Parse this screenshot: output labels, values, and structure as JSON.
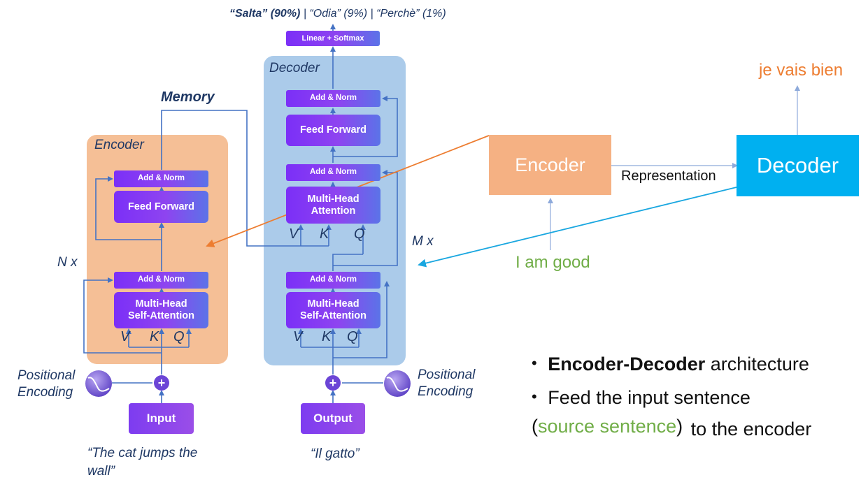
{
  "top_output": {
    "salta": "“Salta” (90%)",
    "sep1": " | ",
    "odia": "“Odia” (9%)",
    "sep2": " | ",
    "perche": "“Perchè” (1%)"
  },
  "linear_softmax_label": "Linear + Softmax",
  "memory_label": "Memory",
  "encoder": {
    "title": "Encoder",
    "add_norm_top": "Add & Norm",
    "feed_forward": "Feed Forward",
    "add_norm_bottom": "Add & Norm",
    "mhsa_line1": "Multi-Head",
    "mhsa_line2": "Self-Attention",
    "v": "V",
    "k": "K",
    "q": "Q",
    "repeat": "N x"
  },
  "decoder": {
    "title": "Decoder",
    "add_norm_top": "Add & Norm",
    "feed_forward": "Feed Forward",
    "add_norm_mid": "Add & Norm",
    "mha_line1": "Multi-Head",
    "mha_line2": "Attention",
    "v_mid": "V",
    "k_mid": "K",
    "q_mid": "Q",
    "add_norm_bottom": "Add & Norm",
    "mhsa_line1": "Multi-Head",
    "mhsa_line2": "Self-Attention",
    "v": "V",
    "k": "K",
    "q": "Q",
    "repeat": "M x"
  },
  "positional_left_line1": "Positional",
  "positional_left_line2": "Encoding",
  "positional_right_line1": "Positional",
  "positional_right_line2": "Encoding",
  "plus_symbol": "+",
  "input_label": "Input",
  "output_label": "Output",
  "input_caption_line1": "“The cat jumps the",
  "input_caption_line2": "wall”",
  "output_caption": "“Il gatto”",
  "right_diagram": {
    "encoder": "Encoder",
    "decoder": "Decoder",
    "representation": "Representation",
    "input_text": "I am good",
    "output_text": "je vais bien"
  },
  "bullets": {
    "b1_bold": "Encoder-Decoder",
    "b1_rest": " architecture",
    "b2": "Feed the input sentence",
    "b3_open": "(",
    "b3_green": "source sentence",
    "b3_close": ")",
    "b3_rest": " to the encoder",
    "bullet_char": "•"
  },
  "colors": {
    "encoder_panel": "#f5bf96",
    "decoder_panel": "#abcbea",
    "block_purple": "#7b2ff7",
    "arrow_blue": "#4472c4",
    "orange_arrow": "#ed7d31",
    "cyan_arrow": "#1aa7e0",
    "green_text": "#70ad47",
    "orange_text": "#ed7d31"
  }
}
